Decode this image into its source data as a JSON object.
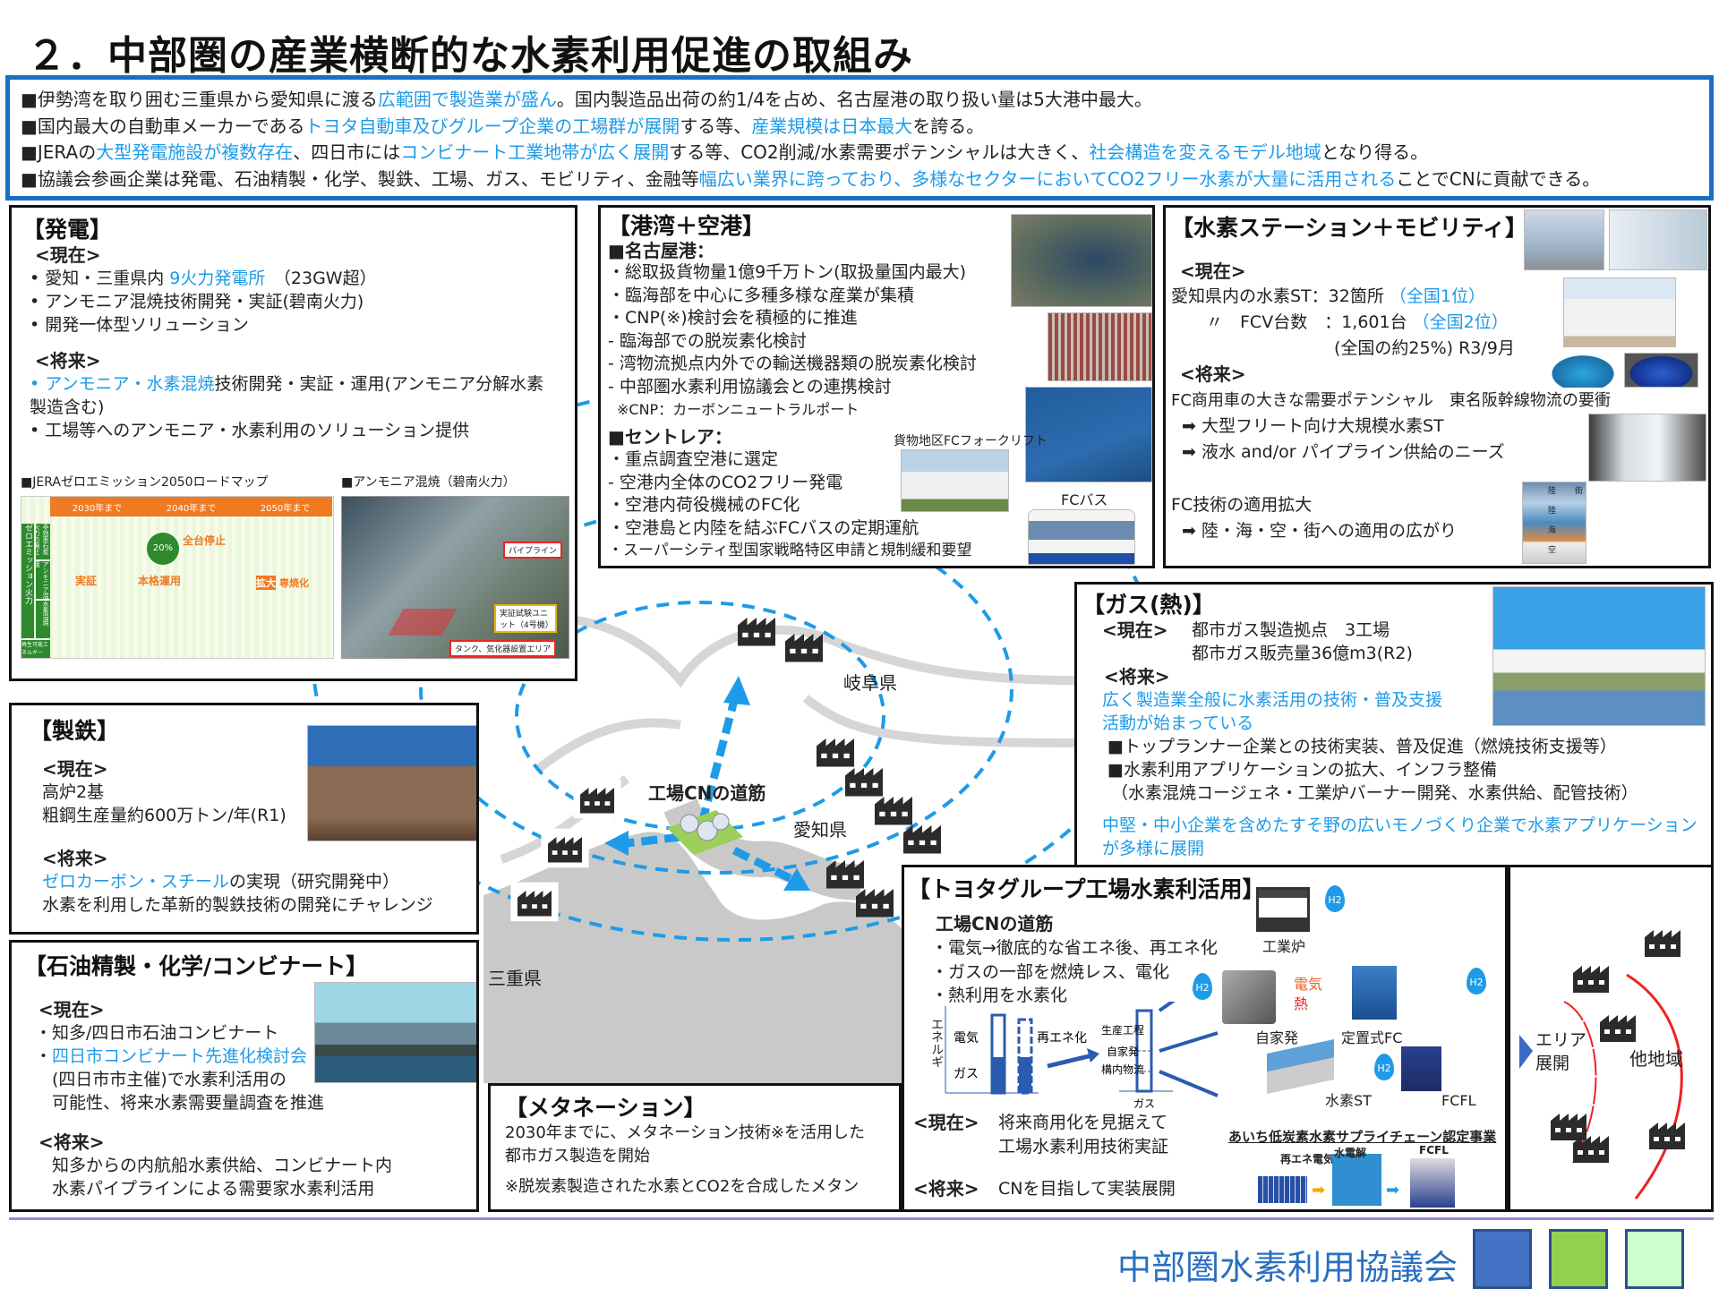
{
  "page_title": "２．中部圏の産業横断的な水素利用促進の取組み",
  "colors": {
    "accent": "#1e9be8",
    "frame": "#1a6fc4",
    "footer_squares": [
      "#4472c4",
      "#92d050",
      "#ccffcc"
    ]
  },
  "summary": [
    [
      {
        "t": "■伊勢湾を取り囲む三重県から愛知県に渡る"
      },
      {
        "t": "広範囲で製造業が盛ん",
        "c": 1
      },
      {
        "t": "。国内製造品出荷の約1/4を占め、名古屋港の取り扱い量は5大港中最大。"
      }
    ],
    [
      {
        "t": "■国内最大の自動車メーカーである"
      },
      {
        "t": "トヨタ自動車及びグループ企業の工場群が展開",
        "c": 1
      },
      {
        "t": "する等、"
      },
      {
        "t": "産業規模は日本最大",
        "c": 1
      },
      {
        "t": "を誇る。"
      }
    ],
    [
      {
        "t": "■JERAの"
      },
      {
        "t": "大型発電施設が複数存在",
        "c": 1
      },
      {
        "t": "、四日市には"
      },
      {
        "t": "コンビナート工業地帯が広く展開",
        "c": 1
      },
      {
        "t": "する等、CO2削減/水素需要ポテンシャルは大きく、"
      },
      {
        "t": "社会構造を変えるモデル地域",
        "c": 1
      },
      {
        "t": "となり得る。"
      }
    ],
    [
      {
        "t": "■協議会参画企業は発電、石油精製・化学、製鉄、工場、ガス、モビリティ、金融等"
      },
      {
        "t": "幅広い業界に跨っており、多様なセクターにおいてCO2フリー水素が大量に活用される",
        "c": 1
      },
      {
        "t": "ことでCNに貢献できる。"
      }
    ]
  ],
  "power": {
    "title": "【発電】",
    "now": "<現在>",
    "now_items": [
      [
        {
          "t": "•  愛知・三重県内 "
        },
        {
          "t": "9火力発電所",
          "c": 1
        },
        {
          "t": "　（23GW超）"
        }
      ],
      [
        {
          "t": "•  アンモニア混焼技術開発・実証(碧南火力)"
        }
      ],
      [
        {
          "t": "•  開発一体型ソリューション"
        }
      ]
    ],
    "future": "<将来>",
    "future_items": [
      [
        {
          "t": "•  アンモニア・水素混焼",
          "c": 1
        },
        {
          "t": "技術開発・実証・運用(アンモニア分解水素"
        }
      ],
      [
        {
          "t": "    製造含む)"
        }
      ],
      [
        {
          "t": "•  工場等へのアンモニア・水素利用のソリューション提供"
        }
      ]
    ],
    "roadmap_caption": "■JERAゼロエミッション2050ロードマップ",
    "photo_caption": "■アンモニア混焼（碧南火力）",
    "roadmap": {
      "years": [
        "2030年まで",
        "2040年まで",
        "2050年まで"
      ],
      "side": "ゼロエミッション火力",
      "rows": [
        "非効率石炭火力の廃止",
        "アンモニア混焼",
        "水素混焼",
        "再生可能エネルギー"
      ],
      "marks": [
        "実証",
        "本格運用",
        "拡大",
        "専焼化",
        "全台停止",
        "20%"
      ]
    },
    "photo_labels": [
      "パイプライン",
      "実証試験ユニット（4号機）",
      "タンク、気化器設置エリア"
    ]
  },
  "port": {
    "title": "【港湾＋空港】",
    "nagoya": "■名古屋港：",
    "nagoya_items": [
      "・総取扱貨物量1億9千万トン(取扱量国内最大)",
      "・臨海部を中心に多種多様な産業が集積",
      "・CNP(※)検討会を積極的に推進",
      " -  臨海部での脱炭素化検討",
      " -  湾物流拠点内外での輸送機器類の脱炭素化検討",
      " -  中部圏水素利用協議会との連携検討"
    ],
    "note": "※CNP：カーボンニュートラルポート",
    "centrair": "■セントレア：",
    "centrair_items": [
      "・重点調査空港に選定",
      " -  空港内全体のCO2フリー発電",
      "・空港内荷役機械のFC化",
      "・空港島と内陸を結ぶFCバスの定期運航",
      "・スーパーシティ型国家戦略特区申請と規制緩和要望"
    ],
    "forklift_label": "貨物地区FCフォークリフト",
    "bus_label": "FCバス"
  },
  "station": {
    "title": "【水素ステーション＋モビリティ】",
    "now": "<現在>",
    "l1": [
      {
        "t": "愛知県内の水素ST：32箇所 "
      },
      {
        "t": "（全国1位）",
        "c": 1
      }
    ],
    "l2": [
      {
        "t": "　〃　FCV台数　：1,601台 "
      },
      {
        "t": "（全国2位）",
        "c": 1
      }
    ],
    "l3": "(全国の約25%) R3/9月",
    "future": "<将来>",
    "l4": "FC商用車の大きな需要ポテンシャル　東名阪幹線物流の要衝",
    "l5": "➡ 大型フリート向け大規模水素ST",
    "l6": "➡ 液水 and/or パイプライン供給のニーズ",
    "l7": "FC技術の適用拡大",
    "l8": "➡ 陸・海・空・街への適用の広がり",
    "mosaic_labels": [
      "陸",
      "陸",
      "海",
      "空",
      "街"
    ]
  },
  "gas": {
    "title": "【ガス(熱)】",
    "now": "<現在>",
    "n1": "都市ガス製造拠点　3工場",
    "n2": "都市ガス販売量36億m3(R2)",
    "future": "<将来>",
    "f1": "広く製造業全般に水素活用の技術・普及支援",
    "f2": "活動が始まっている",
    "b1": "■トップランナー企業との技術実装、普及促進（燃焼技術支援等）",
    "b2": "■水素利用アプリケーションの拡大、インフラ整備",
    "b3": "（水素混焼コージェネ・工業炉バーナー開発、水素供給、配管技術）",
    "c1": "中堅・中小企業を含めたすそ野の広いモノづくり企業で水素アプリケーション",
    "c2": "が多様に展開"
  },
  "steel": {
    "title": "【製鉄】",
    "now": "<現在>",
    "n1": "高炉2基",
    "n2": "粗鋼生産量約600万トン/年(R1)",
    "future": "<将来>",
    "f1": [
      {
        "t": "ゼロカーボン・スチール",
        "c": 1
      },
      {
        "t": "の実現（研究開発中）"
      }
    ],
    "f2": "水素を利用した革新的製鉄技術の開発にチャレンジ"
  },
  "petro": {
    "title": "【石油精製・化学/コンビナート】",
    "now": "<現在>",
    "n1": "・知多/四日市石油コンビナート",
    "n2": [
      {
        "t": "・"
      },
      {
        "t": "四日市コンビナート先進化検討会",
        "c": 1
      }
    ],
    "n3": "　(四日市市主催)で水素利活用の",
    "n4": "　可能性、将来水素需要量調査を推進",
    "future": "<将来>",
    "f1": "　知多からの内航船水素供給、コンビナート内",
    "f2": "　水素パイプラインによる需要家水素利活用"
  },
  "methanation": {
    "title": "【メタネーション】",
    "l1": "2030年までに、メタネーション技術※を活用した",
    "l2": "都市ガス製造を開始",
    "note": "※脱炭素製造された水素とCO2を合成したメタン"
  },
  "map": {
    "center_label": "工場CNの道筋",
    "gifu": "岐阜県",
    "aichi": "愛知県",
    "mie": "三重県"
  },
  "toyota": {
    "title": "【トヨタグループ工場水素利活用】",
    "sub": "工場CNの道筋",
    "items": [
      "・電気→徹底的な省エネ後、再エネ化",
      "・ガスの一部を燃焼レス、電化",
      "・熱利用を水素化"
    ],
    "chart": {
      "yaxis": "エネルギ",
      "bars": [
        "電気",
        "ガス"
      ],
      "renew": "再エネ化",
      "process": [
        "生産工程",
        "自家発",
        "構内物流"
      ],
      "gas": "ガス"
    },
    "apps": [
      "工業炉",
      "自家発",
      "定置式FC",
      "水素ST",
      "FCFL"
    ],
    "elec": "電気",
    "heat": "熱",
    "h2": "H2",
    "now": "<現在>",
    "now1": "将来商用化を見据えて",
    "now2": "工場水素利用技術実証",
    "future": "<将来>",
    "future1": "CNを目指して実装展開",
    "aichi": "あいち低炭素水素サプライチェーン認定事業",
    "chain": [
      "再エネ電気",
      "水電解",
      "FCFL"
    ]
  },
  "area": {
    "expand": [
      "エリア",
      "展開"
    ],
    "other": "他地域"
  },
  "footer": {
    "org": "中部圏水素利用協議会"
  }
}
